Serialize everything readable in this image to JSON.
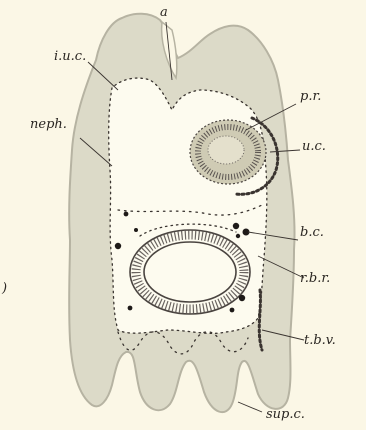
{
  "figure": {
    "labels": {
      "a": "a",
      "iuc": "i.u.c.",
      "neph": "neph.",
      "pr": "p.r.",
      "uc": "u.c.",
      "bc": "b.c.",
      "rbr": "r.b.r.",
      "tbv": "t.b.v.",
      "supc": "sup.c."
    },
    "margin_mark": ")"
  },
  "colors": {
    "background": "#fbf7e6",
    "body_fill": "#dcdac8",
    "body_outline": "#b6b3a2",
    "cavity_fill": "#fdfbef",
    "ink": "#2a2622"
  }
}
